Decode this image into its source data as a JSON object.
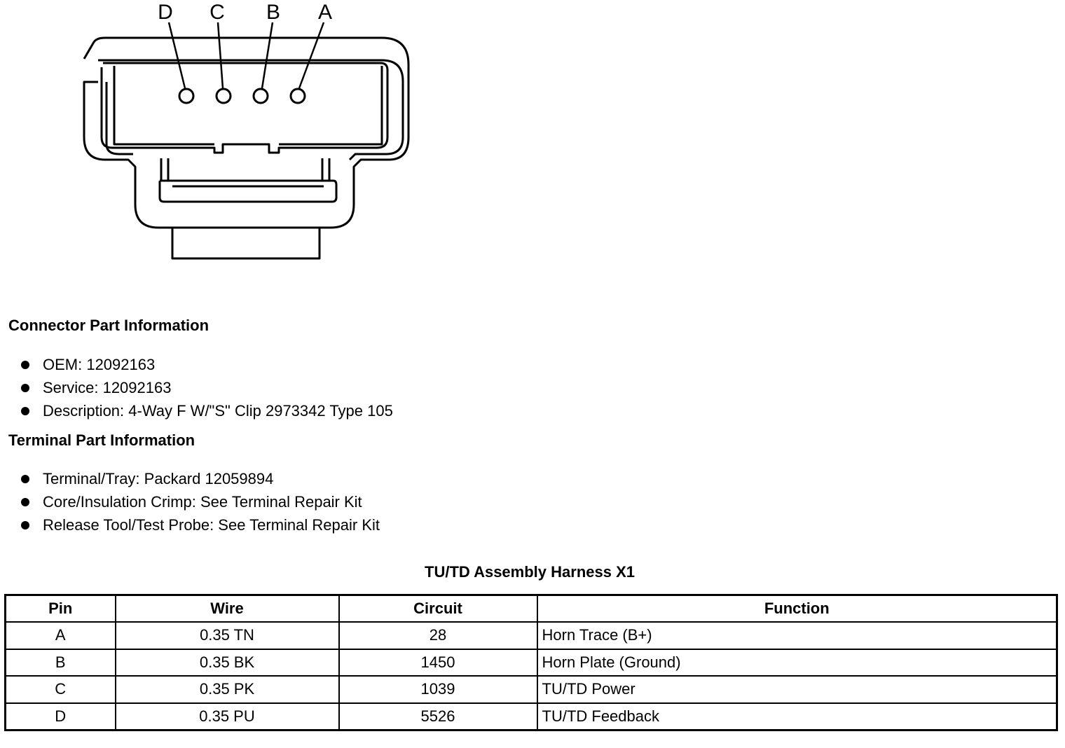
{
  "connector": {
    "pins": [
      "D",
      "C",
      "B",
      "A"
    ]
  },
  "connector_info": {
    "heading": "Connector Part Information",
    "items": [
      "OEM: 12092163",
      "Service: 12092163",
      "Description: 4-Way F W/\"S\" Clip 2973342 Type 105"
    ]
  },
  "terminal_info": {
    "heading": "Terminal Part Information",
    "items": [
      "Terminal/Tray: Packard 12059894",
      "Core/Insulation Crimp: See Terminal Repair Kit",
      "Release Tool/Test Probe: See Terminal Repair Kit"
    ]
  },
  "table": {
    "title": "TU/TD Assembly Harness X1",
    "headers": [
      "Pin",
      "Wire",
      "Circuit",
      "Function"
    ],
    "rows": [
      [
        "A",
        "0.35 TN",
        "28",
        "Horn Trace (B+)"
      ],
      [
        "B",
        "0.35 BK",
        "1450",
        "Horn Plate (Ground)"
      ],
      [
        "C",
        "0.35 PK",
        "1039",
        "TU/TD Power"
      ],
      [
        "D",
        "0.35 PU",
        "5526",
        "TU/TD Feedback"
      ]
    ]
  }
}
